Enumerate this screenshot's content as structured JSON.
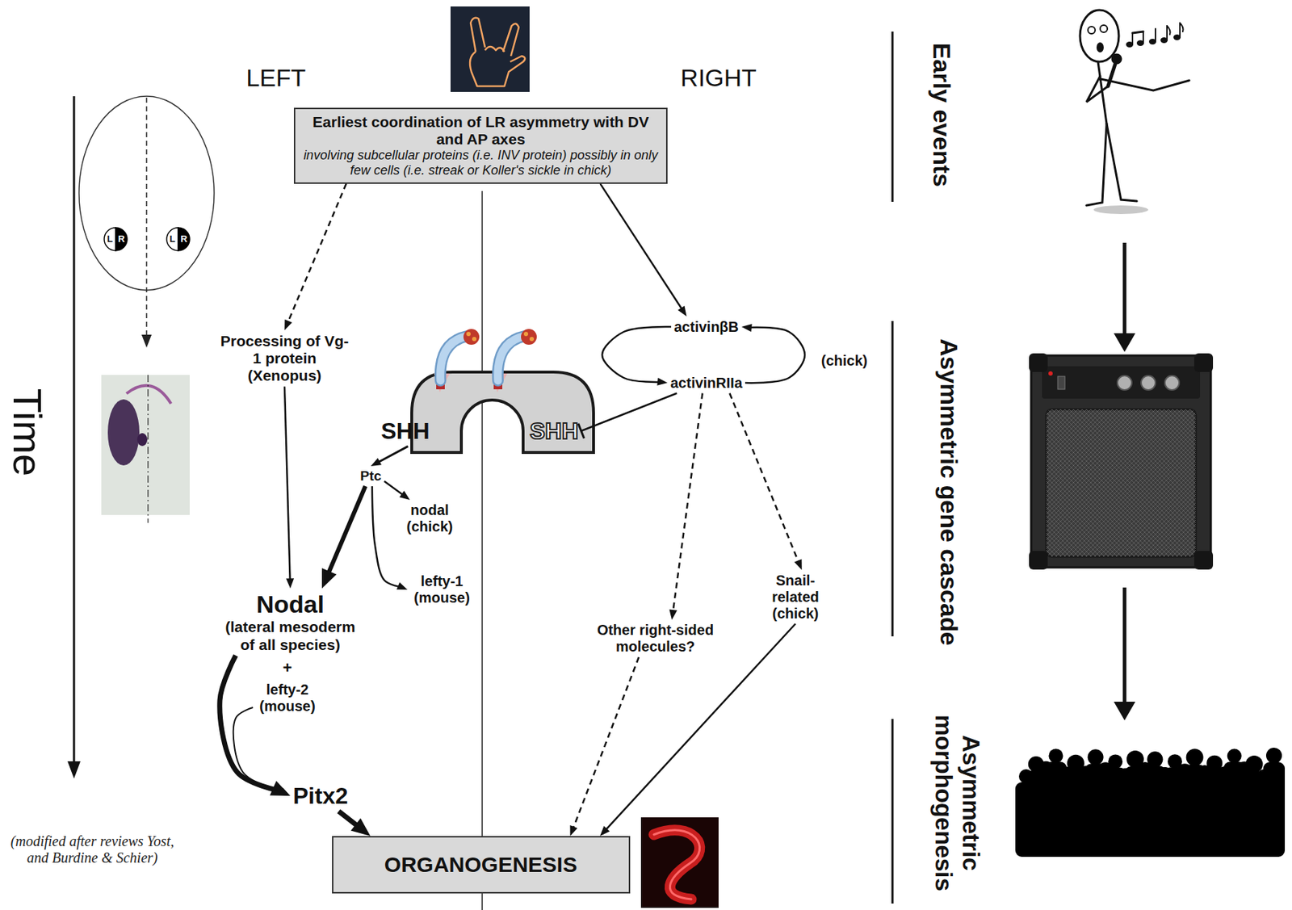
{
  "diagram": {
    "caption": "(modified after reviews Yost, and Burdine & Schier)",
    "nodes": [
      {
        "text": [
          "Earliest coordination of LR asymmetry with DV and AP axes",
          "involving subcellular proteins (i.e. INV protein) possibly in only few cells (i.e. streak or Koller's sickle in chick)"
        ]
      },
      {
        "text": [
          "Processing of Vg-1 protein (Xenopus)"
        ]
      },
      {
        "text": [
          "activinβB"
        ]
      },
      {
        "text": [
          "activinRIIa"
        ]
      },
      {
        "text": [
          "SHH"
        ]
      },
      {
        "text": [
          "SHH"
        ]
      },
      {
        "text": [
          "Ptc"
        ]
      },
      {
        "text": [
          "nodal (chick)"
        ]
      },
      {
        "text": [
          "lefty-1 (mouse)"
        ]
      },
      {
        "text": [
          "Nodal",
          "(lateral mesoderm of all species)"
        ]
      },
      {
        "text": [
          "lefty-2 (mouse)"
        ]
      },
      {
        "text": [
          "Other right-sided molecules?"
        ]
      },
      {
        "text": [
          "Snail-related (chick)"
        ]
      },
      {
        "text": [
          "Pitx2"
        ]
      },
      {
        "text": [
          "ORGANOGENESIS"
        ]
      }
    ],
    "edges": [
      {
        "from": 0,
        "to": 1,
        "arrow": "to"
      },
      {
        "from": 0,
        "to": 2,
        "arrow": "to"
      },
      {
        "from": 1,
        "to": 9,
        "arrow": "to"
      },
      {
        "from": 2,
        "to": 3,
        "arrow": "to"
      },
      {
        "from": 3,
        "to": 2,
        "arrow": "to"
      },
      {
        "from": 3,
        "to": 5,
        "arrow": "to"
      },
      {
        "from": 4,
        "to": 6,
        "arrow": "to"
      },
      {
        "from": 6,
        "to": 7,
        "arrow": "to"
      },
      {
        "from": 6,
        "to": 9,
        "arrow": "to"
      },
      {
        "from": 6,
        "to": 8,
        "arrow": "to"
      },
      {
        "from": 3,
        "to": 11,
        "arrow": "to"
      },
      {
        "from": 3,
        "to": 12,
        "arrow": "to"
      },
      {
        "from": 11,
        "to": 14,
        "arrow": "to"
      },
      {
        "from": 12,
        "to": 14,
        "arrow": "to"
      },
      {
        "from": 9,
        "to": 13,
        "arrow": "to"
      },
      {
        "from": 10,
        "to": 13,
        "arrow": "to"
      },
      {
        "from": 13,
        "to": 14,
        "arrow": "to"
      }
    ],
    "labels": [
      "LEFT",
      "RIGHT",
      "L",
      "R",
      "L",
      "R",
      "Time",
      "(chick)",
      "+",
      "Early events",
      "Asymmetric gene cascade",
      "Asymmetric morphogenesis"
    ]
  }
}
